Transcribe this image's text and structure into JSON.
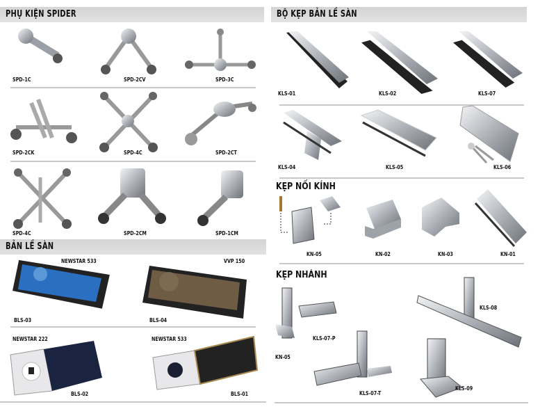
{
  "sections": {
    "spider": {
      "title": "PHỤ KIỆN SPIDER",
      "items": [
        "SPD-1C",
        "SPD-2CV",
        "SPD-3C",
        "SPD-2CK",
        "SPD-4C",
        "SPD-2CT",
        "SPD-4C",
        "SPD-2CM",
        "SPD-1CM"
      ]
    },
    "floor_hinge": {
      "title": "BẢN LỀ SÀN",
      "items": [
        {
          "brand": "NEWSTAR 533",
          "code": "BLS-03"
        },
        {
          "brand": "VVP 150",
          "code": "BLS-04"
        },
        {
          "brand": "NEWSTAR 222",
          "code": "BLS-02"
        },
        {
          "brand": "NEWSTAR 533",
          "code": "BLS-01"
        }
      ]
    },
    "hinge_clamp": {
      "title": "BỘ KẸP BẢN LỀ SÀN",
      "items": [
        "KLS-01",
        "KLS-02",
        "KLS-07",
        "KLS-04",
        "KLS-05",
        "KLS-06"
      ]
    },
    "glass_clamp": {
      "title": "KẸP NỐI KÍNH",
      "items": [
        "KN-05",
        "KN-02",
        "KN-03",
        "KN-01"
      ]
    },
    "branch_clamp": {
      "title": "KẸP NHÁNH",
      "items": [
        "KN-05",
        "KLS-07-P",
        "KLS-07-T",
        "KLS-08",
        "KLS-09"
      ]
    }
  },
  "colors": {
    "header_bar": "#d9d9d9",
    "metal": "#b8bcc2",
    "hinge_blue": "#2a6fc0",
    "hinge_bronze": "#6e5c45"
  }
}
